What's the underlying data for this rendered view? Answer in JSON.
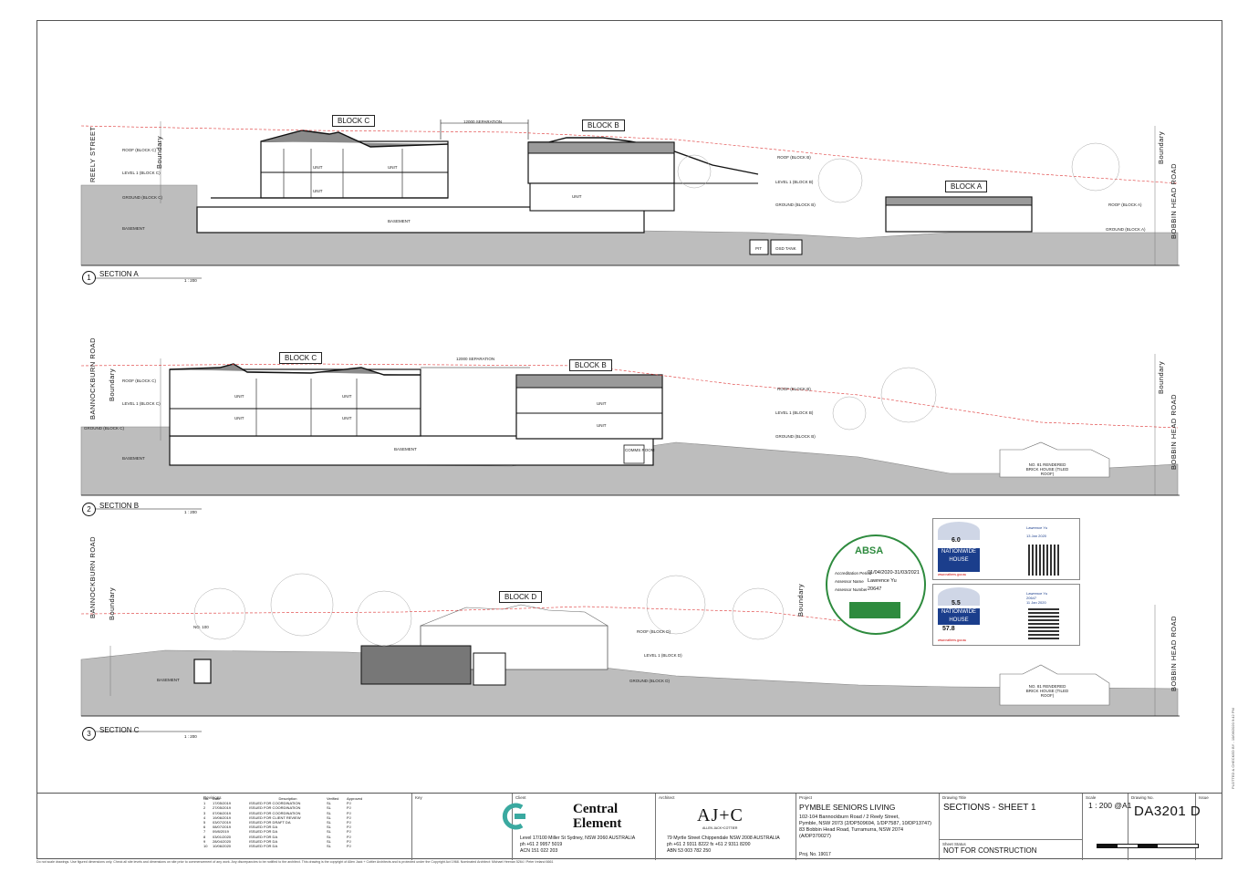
{
  "sections": [
    {
      "number": "1",
      "title": "SECTION A",
      "scale": "1 : 200",
      "blocks": [
        "BLOCK C",
        "BLOCK B",
        "BLOCK A"
      ],
      "left_street": "REELY STREET",
      "right_street": "BOBBIN HEAD ROAD",
      "boundary": "Boundary",
      "separation": "12000 SEPARATION",
      "levels": [
        "ROOF (BLOCK C)",
        "LEVEL 1 (BLOCK C)",
        "GROUND (BLOCK C)",
        "BASEMENT",
        "ROOF (BLOCK B)",
        "LEVEL 1 (BLOCK B)",
        "GROUND (BLOCK B)",
        "ROOF (BLOCK A)",
        "GROUND (BLOCK A)"
      ],
      "rooms": [
        "UNIT",
        "BASEMENT",
        "PIT",
        "OSD TANK"
      ]
    },
    {
      "number": "2",
      "title": "SECTION B",
      "scale": "1 : 200",
      "blocks": [
        "BLOCK C",
        "BLOCK B"
      ],
      "left_street": "BANNOCKBURN ROAD",
      "right_street": "BOBBIN HEAD ROAD",
      "boundary": "Boundary",
      "separation": "12000 SEPARATION",
      "levels": [
        "ROOF (BLOCK C)",
        "LEVEL 1 (BLOCK C)",
        "GROUND (BLOCK C)",
        "BASEMENT",
        "ROOF (BLOCK B)",
        "LEVEL 1 (BLOCK B)",
        "GROUND (BLOCK B)"
      ],
      "rooms": [
        "UNIT",
        "BASEMENT",
        "COMMS ROOM"
      ],
      "house": "NO. 81 RENDERED BRICK HOUSE (TILED ROOF)"
    },
    {
      "number": "3",
      "title": "SECTION C",
      "scale": "1 : 200",
      "blocks": [
        "BLOCK D"
      ],
      "left_street": "BANNOCKBURN ROAD",
      "right_street": "BOBBIN HEAD ROAD",
      "boundary": "Boundary",
      "levels": [
        "ROOF (BLOCK D)",
        "LEVEL 1 (BLOCK D)",
        "GROUND (BLOCK D)",
        "BASEMENT"
      ],
      "neighbour": "NO. 100",
      "house": "NO. 81 RENDERED BRICK HOUSE (TILED ROOF)"
    }
  ],
  "certificates": {
    "absa": {
      "brand": "ABSA",
      "period_label": "Accreditation Period",
      "period": "01/04/2020-31/03/2021",
      "assessor_label": "Assessor Name",
      "assessor": "Lawrence Yu",
      "number_label": "Assessor Number",
      "number": "20647"
    },
    "nathers": [
      {
        "stars": "6.0",
        "brand": "NATIONWIDE HOUSE",
        "site": "www.nathers.gov.au",
        "name": "Lawrence Yu",
        "date": "13 Jan 2020"
      },
      {
        "stars": "5.5",
        "brand": "NATIONWIDE HOUSE",
        "mj": "57.8",
        "site": "www.nathers.gov.au",
        "name": "Lawrence Yu",
        "number": "20647",
        "date": "11 Jan 2020"
      }
    ]
  },
  "revisions": {
    "caption": "Revisions",
    "headers": [
      "No.",
      "Date",
      "Description",
      "Verified",
      "Approved"
    ],
    "rows": [
      [
        "1",
        "17/05/2019",
        "ISSUED FOR COORDINATION",
        "SL",
        "PJ"
      ],
      [
        "2",
        "27/05/2019",
        "ISSUED FOR COORDINATION",
        "SL",
        "PJ"
      ],
      [
        "3",
        "07/06/2019",
        "ISSUED FOR COORDINATION",
        "SL",
        "PJ"
      ],
      [
        "4",
        "19/06/2019",
        "ISSUED FOR CLIENT REVIEW",
        "SL",
        "PJ"
      ],
      [
        "5",
        "03/07/2019",
        "ISSUED FOR DRAFT DA",
        "SL",
        "PJ"
      ],
      [
        "6",
        "08/07/2019",
        "ISSUED FOR DA",
        "SL",
        "PJ"
      ],
      [
        "7",
        "09/8/2019",
        "ISSUED FOR DA",
        "SL",
        "PJ"
      ],
      [
        "8",
        "03/01/2020",
        "ISSUED FOR DA",
        "SL",
        "PJ"
      ],
      [
        "9",
        "28/04/2020",
        "ISSUED FOR DA",
        "SL",
        "PJ"
      ],
      [
        "10",
        "10/06/2020",
        "ISSUED FOR DA",
        "SL",
        "PJ"
      ]
    ]
  },
  "titleblock": {
    "key_caption": "Key",
    "client_caption": "Client",
    "client_name_1": "Central",
    "client_name_2": "Element",
    "client_addr_1": "Level 17/100 Miller St Sydney, NSW 2060 AUSTRALIA",
    "client_addr_2": "ph +61 2 9957 5019",
    "client_addr_3": "ACN 151 022 203",
    "architect_caption": "Architect",
    "architect_logo": "AJ+C",
    "architect_sub": "ALLEN JACK+COTTIER",
    "architect_addr_1": "79 Myrtle Street Chippendale NSW 2008 AUSTRALIA",
    "architect_addr_2": "ph +61 2 9311 8222 fx +61 2 9311 8200",
    "architect_addr_3": "ABN 53 003 782 250",
    "project_caption": "Project",
    "project_name": "PYMBLE SENIORS LIVING",
    "project_addr_1": "102-104 Bannockburn Road / 2 Reely Street,",
    "project_addr_2": "Pymble, NSW 2073 (2/DP509694, 1/DP7587, 10/DP13747)",
    "project_addr_3": "83 Bobbin Head Road, Turramurra, NSW 2074",
    "project_addr_4": "(A/DP370027)",
    "proj_no": "Proj. No. 19017",
    "drawing_title_caption": "Drawing Title",
    "drawing_title": "SECTIONS - SHEET 1",
    "sheet_status_caption": "Sheet Status",
    "sheet_status": "NOT FOR CONSTRUCTION",
    "scale_caption": "Scale",
    "scale": "1 : 200 @A1",
    "drawing_no_caption": "Drawing No.",
    "drawing_no": "DA3201 D",
    "issue_caption": "Issue"
  },
  "footer": "Do not scale drawings. Use figured dimensions only. Check all site levels and dimensions on site prior to commencement of any work. Any discrepancies to be notified to the architect. This drawing is the copyright of Allen Jack + Cottier Architects and is protected under the Copyright Act 1968. Nominated Architect: Michael Heenan 5264 / Peter Ireland 6661",
  "side_note": "PLOTTED & CHECKED BY - 10/06/2020 9:42 PM"
}
